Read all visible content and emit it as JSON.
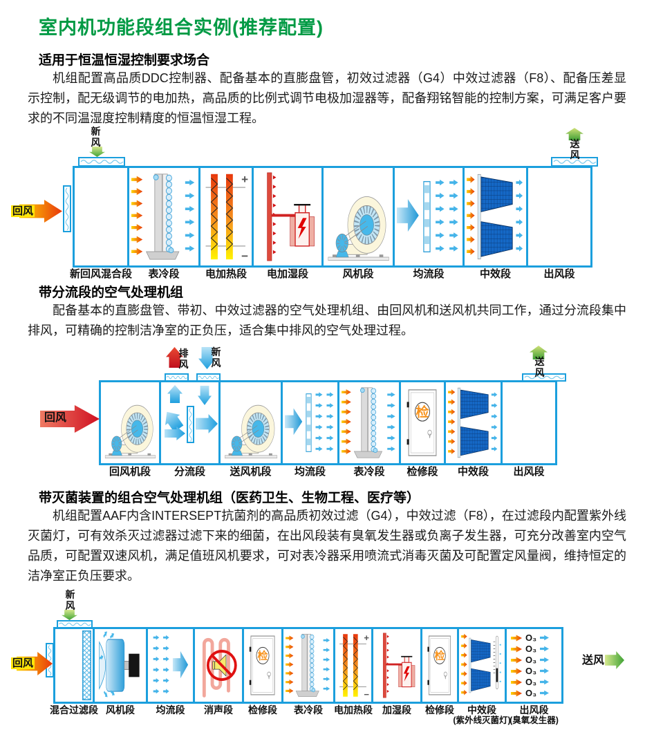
{
  "page_title": "室内机功能段组合实例(推荐配置)",
  "colors": {
    "accent_green": "#009a44",
    "cabinet_border_blue": "#1b9fdd",
    "return_label_bg": "#ffe60a"
  },
  "blocks": [
    {
      "heading": "适用于恒温恒湿控制要求场合",
      "body": "机组配置高品质DDC控制器、配备基本的直膨盘管，初效过滤器（G4）中效过滤器（F8）、配备压差显示控制，配无级调节的电加热，高品质的比例式调节电极加湿器等，配备翔铭智能的控制方案，可满足客户要求的不同温湿度控制精度的恒温恒湿工程。"
    },
    {
      "heading": "带分流段的空气处理机组",
      "body": "配备基本的直膨盘管、带初、中效过滤器的空气处理机组、由回风机和送风机共同工作，通过分流段集中排风，可精确的控制洁净室的正负压，适合集中排风的空气处理过程。"
    },
    {
      "heading": "带灭菌装置的组合空气处理机组（医药卫生、生物工程、医疗等）",
      "body": "机组配置AAF内含INTERSEPT抗菌剂的高品质初效过滤（G4），中效过滤（F8），在过滤段内配置紫外线灭菌灯，可有效杀灭过滤器过滤下来的细菌，在出风段装有臭氧发生器或负离子发生器，可充分改善室内空气品质，可配置双速风机，满足值班风机要求，可对表冷器采用喷流式消毒灭菌及可配置定风量阀，维持恒定的洁净室正负压要求。"
    }
  ],
  "airflow": {
    "fresh": "新风",
    "supply": "送风",
    "return": "回风",
    "exhaust": "排风"
  },
  "glyphs": {
    "inspect": "检",
    "ozone": "O₃",
    "plus": "+",
    "minus": "−"
  },
  "diagrams": [
    {
      "sections": [
        {
          "label": "新回风混合段"
        },
        {
          "label": "表冷段"
        },
        {
          "label": "电加热段"
        },
        {
          "label": "电加湿段"
        },
        {
          "label": "风机段"
        },
        {
          "label": "均流段"
        },
        {
          "label": "中效段"
        },
        {
          "label": "出风段"
        }
      ]
    },
    {
      "sections": [
        {
          "label": "回风机段"
        },
        {
          "label": "分流段"
        },
        {
          "label": "送风机段"
        },
        {
          "label": "均流段"
        },
        {
          "label": "表冷段"
        },
        {
          "label": "检修段"
        },
        {
          "label": "中效段"
        },
        {
          "label": "出风段"
        }
      ]
    },
    {
      "sections": [
        {
          "label": "混合过滤段"
        },
        {
          "label": "风机段"
        },
        {
          "label": "均流段"
        },
        {
          "label": "消声段"
        },
        {
          "label": "检修段"
        },
        {
          "label": "表冷段"
        },
        {
          "label": "电加热段"
        },
        {
          "label": "加湿段"
        },
        {
          "label": "检修段"
        },
        {
          "label": "中效段",
          "sub": "(紫外线灭菌灯)"
        },
        {
          "label": "出风段",
          "sub": "(臭氧发生器)"
        }
      ]
    }
  ]
}
